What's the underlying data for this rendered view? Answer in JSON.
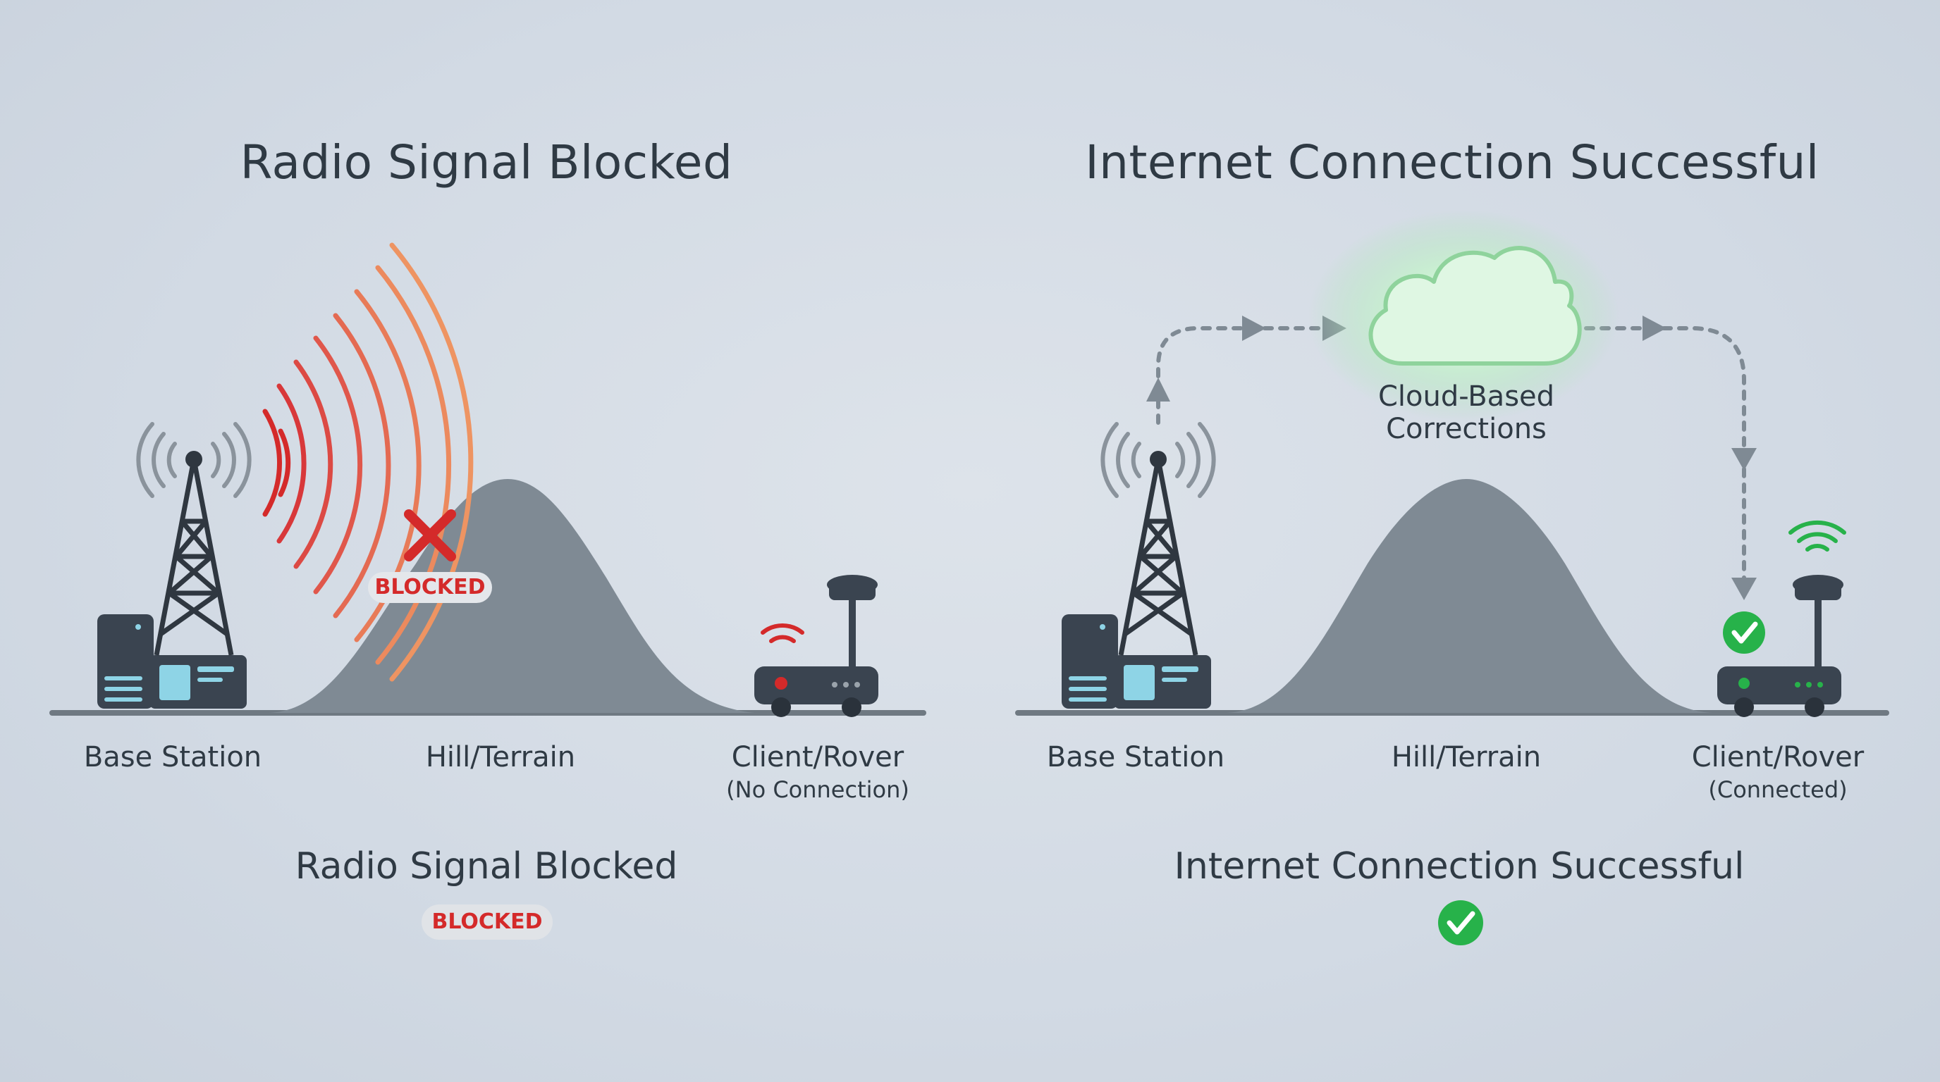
{
  "left": {
    "title": "Radio Signal Blocked",
    "blocked_tag": "BLOCKED",
    "labels": {
      "base_station": "Base Station",
      "hill": "Hill/Terrain",
      "client": "Client/Rover",
      "client_status": "(No Connection)"
    },
    "caption": "Radio Signal Blocked",
    "status_badge": "BLOCKED"
  },
  "right": {
    "title": "Internet Connection Successful",
    "cloud_label_line1": "Cloud-Based",
    "cloud_label_line2": "Corrections",
    "labels": {
      "base_station": "Base Station",
      "hill": "Hill/Terrain",
      "client": "Client/Rover",
      "client_status": "(Connected)"
    },
    "caption": "Internet Connection Successful"
  },
  "colors": {
    "blocked_red": "#d42a2a",
    "success_green": "#27b24a",
    "terrain_gray": "#7f8a94",
    "device_dark": "#3a4450",
    "device_accent": "#8ed4e6",
    "cloud_glow": "#bff0c8"
  },
  "icons": {
    "blocked_marker": "x-icon",
    "success_marker": "check-circle-icon",
    "cloud": "cloud-icon",
    "radio_waves": "wifi-waves-icon"
  }
}
